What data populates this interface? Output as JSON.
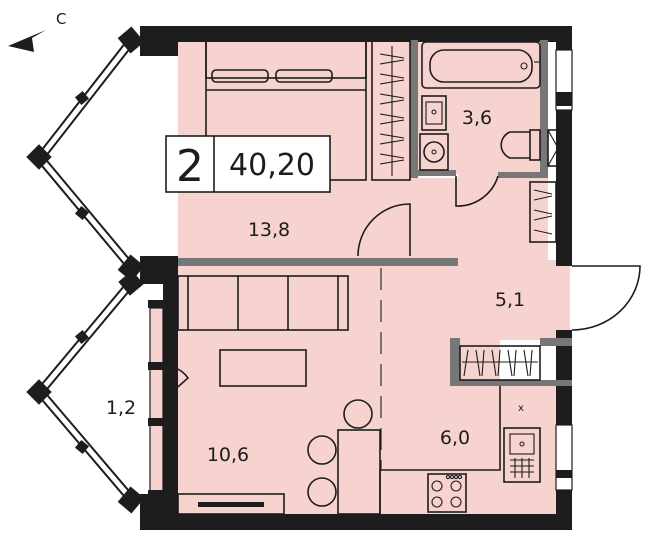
{
  "compass": {
    "label": "С"
  },
  "badge": {
    "rooms": "2",
    "area": "40,20"
  },
  "rooms": {
    "bedroom": "13,8",
    "bathroom": "3,6",
    "hall": "5,1",
    "balcony": "1,2",
    "living": "10,6",
    "kitchen": "6,0"
  },
  "appliances": {
    "hood_mark": "x"
  },
  "colors": {
    "floor": "#f6d3ce",
    "wall": "#1d1d1d",
    "partition": "#777777"
  }
}
